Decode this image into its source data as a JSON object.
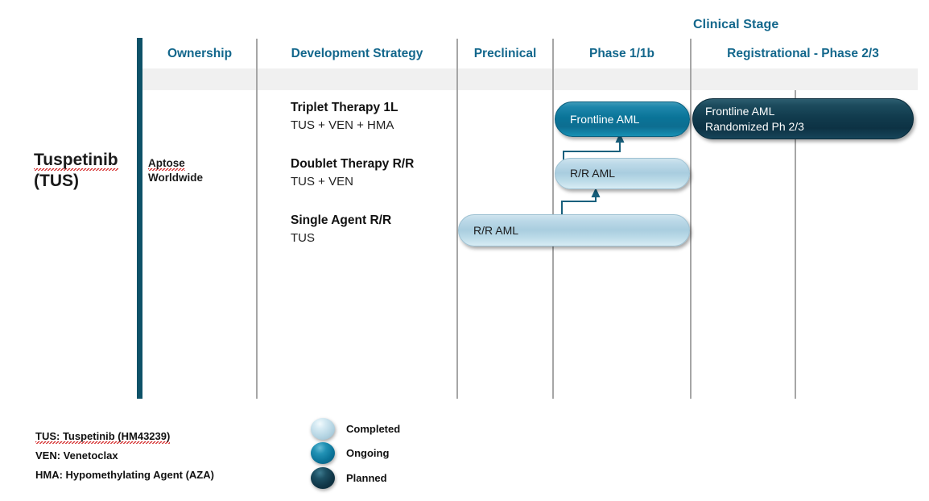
{
  "chart_title": "Clinical Stage",
  "columns": [
    {
      "key": "ownership",
      "label": "Ownership"
    },
    {
      "key": "strategy",
      "label": "Development Strategy"
    },
    {
      "key": "preclinical",
      "label": "Preclinical"
    },
    {
      "key": "phase1",
      "label": "Phase 1/1b"
    },
    {
      "key": "registrational",
      "label": "Registrational - Phase 2/3"
    }
  ],
  "program": {
    "name": "Tuspetinib",
    "abbrev": "(TUS)"
  },
  "ownership": {
    "company": "Aptose",
    "scope": "Worldwide"
  },
  "strategies": [
    {
      "title": "Triplet Therapy 1L",
      "regimen": "TUS + VEN + HMA"
    },
    {
      "title": "Doublet Therapy R/R",
      "regimen": "TUS + VEN"
    },
    {
      "title": "Single Agent R/R",
      "regimen": "TUS"
    }
  ],
  "pills": [
    {
      "id": "triplet-phase1",
      "label": "Frontline AML",
      "status": "ongoing"
    },
    {
      "id": "triplet-registrational",
      "label": "Frontline AML\nRandomized Ph 2/3",
      "status": "planned"
    },
    {
      "id": "doublet-phase1",
      "label": "R/R AML",
      "status": "completed"
    },
    {
      "id": "single-preclinical",
      "label": "R/R AML",
      "status": "completed"
    }
  ],
  "footnotes": [
    "TUS: Tuspetinib (HM43239)",
    "VEN: Venetoclax",
    "HMA: Hypomethylating Agent (AZA)"
  ],
  "legend": [
    {
      "status": "completed",
      "label": "Completed"
    },
    {
      "status": "ongoing",
      "label": "Ongoing"
    },
    {
      "status": "planned",
      "label": "Planned"
    }
  ],
  "colors": {
    "header_text": "#13678c",
    "accent_bar": "#0d5268",
    "divider": "#a6a6a6",
    "band": "#f0f0f0",
    "completed": "#a9cddf",
    "ongoing": "#0a7498",
    "planned": "#113b4d"
  }
}
